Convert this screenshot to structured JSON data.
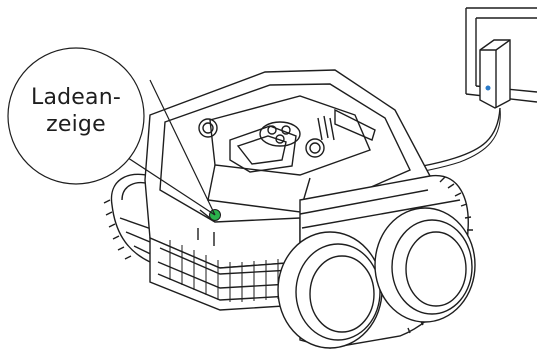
{
  "callout": {
    "line1": "Ladean-",
    "line2": "zeige"
  },
  "colors": {
    "stroke": "#1e1e1e",
    "indicator_led": "#2bb24c",
    "adapter_led": "#2a7ac8",
    "background": "#ffffff"
  },
  "icons": [
    "robot-pool-cleaner",
    "power-adapter",
    "wall-socket",
    "charging-indicator-led"
  ]
}
